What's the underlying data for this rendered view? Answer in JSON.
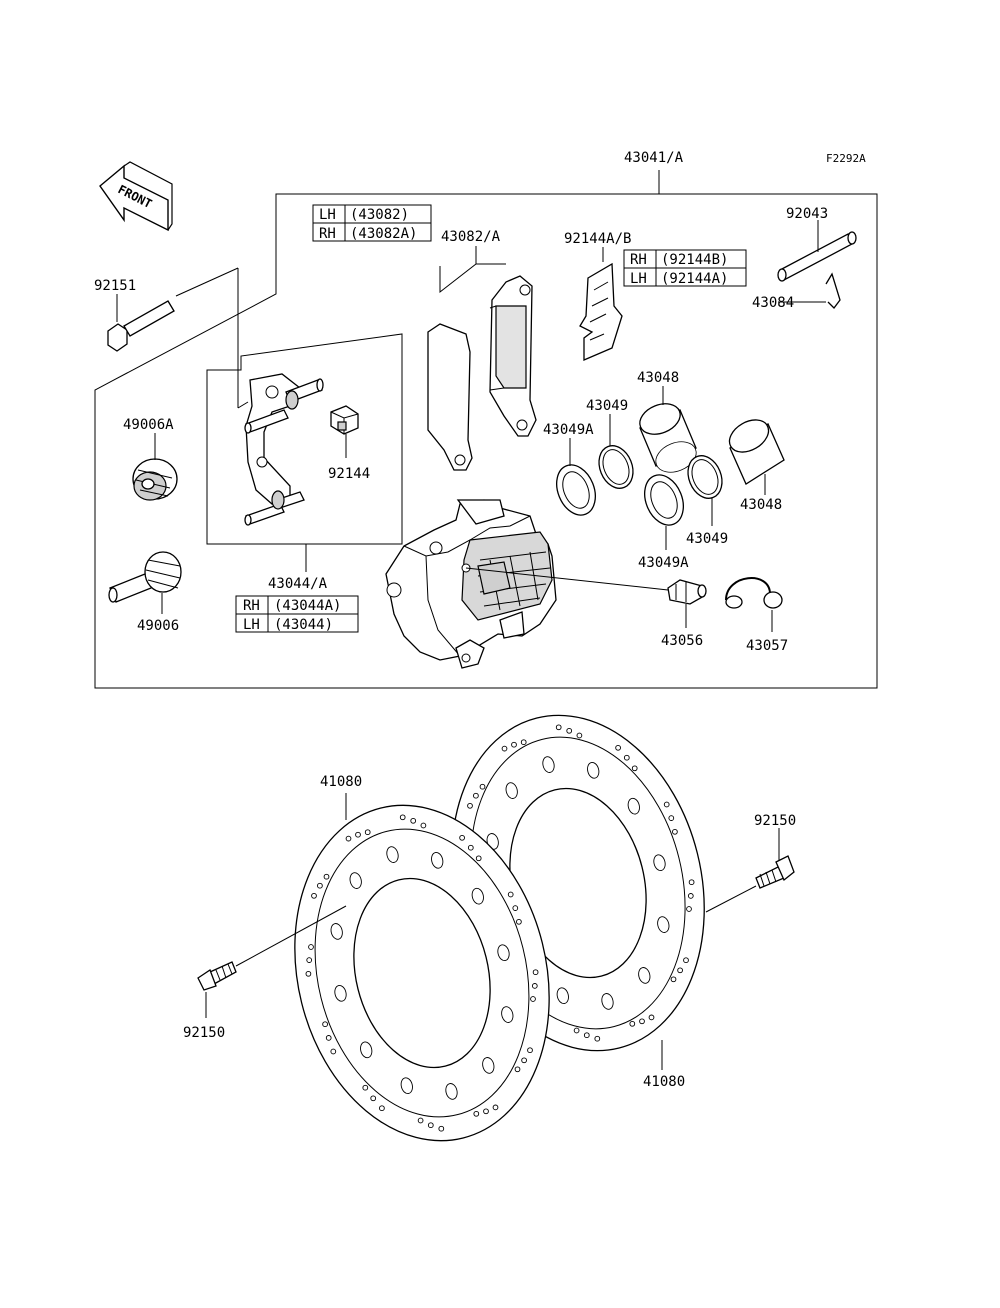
{
  "figure_code": "F2292A",
  "front_label": "FRONT",
  "parts": {
    "p43041": "43041/A",
    "p92043": "92043",
    "p43084": "43084",
    "p92144ab": "92144A/B",
    "p43082a": "43082/A",
    "p92151": "92151",
    "p49006a": "49006A",
    "p49006": "49006",
    "p92144": "92144",
    "p43044a": "43044/A",
    "p43048_top": "43048",
    "p43048_right": "43048",
    "p43049_top": "43049",
    "p43049_bottom": "43049",
    "p43049a_top": "43049A",
    "p43049a_bottom": "43049A",
    "p43056": "43056",
    "p43057": "43057",
    "p41080_left": "41080",
    "p41080_right": "41080",
    "p92150_right": "92150",
    "p92150_left": "92150"
  },
  "variant_tables": {
    "pad": [
      {
        "side": "LH",
        "code": "(43082)"
      },
      {
        "side": "RH",
        "code": "(43082A)"
      }
    ],
    "spring": [
      {
        "side": "RH",
        "code": "(92144B)"
      },
      {
        "side": "LH",
        "code": "(92144A)"
      }
    ],
    "bracket": [
      {
        "side": "RH",
        "code": "(43044A)"
      },
      {
        "side": "LH",
        "code": "(43044)"
      }
    ]
  }
}
